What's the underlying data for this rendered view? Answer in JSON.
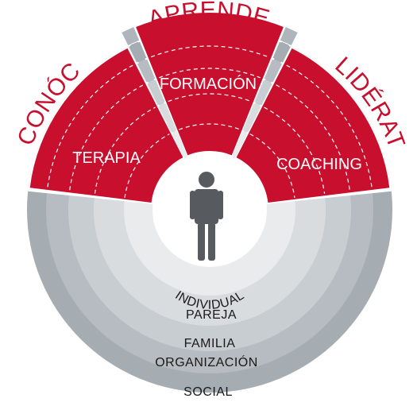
{
  "outer_labels": {
    "left": "CONÓCETE",
    "top": "APRENDE",
    "right": "LIDÉRATE"
  },
  "sectors": {
    "left": "TERAPIA",
    "top": "FORMACIÓN",
    "right": "COACHING"
  },
  "rings": [
    "INDIVIDUAL",
    "PAREJA",
    "FAMILIA",
    "ORGANIZACIÓN",
    "SOCIAL"
  ],
  "center_icon": "person-icon",
  "colors": {
    "accent_red": "#c8102e",
    "ring_1": "#e9ebec",
    "ring_2": "#d8dcdf",
    "ring_3": "#c8cdd1",
    "ring_4": "#b6bcc1",
    "ring_5": "#a5acb2",
    "gap_light": "#cfd4d8",
    "gap_dark": "#aeb5bb",
    "person": "#575a5e"
  }
}
